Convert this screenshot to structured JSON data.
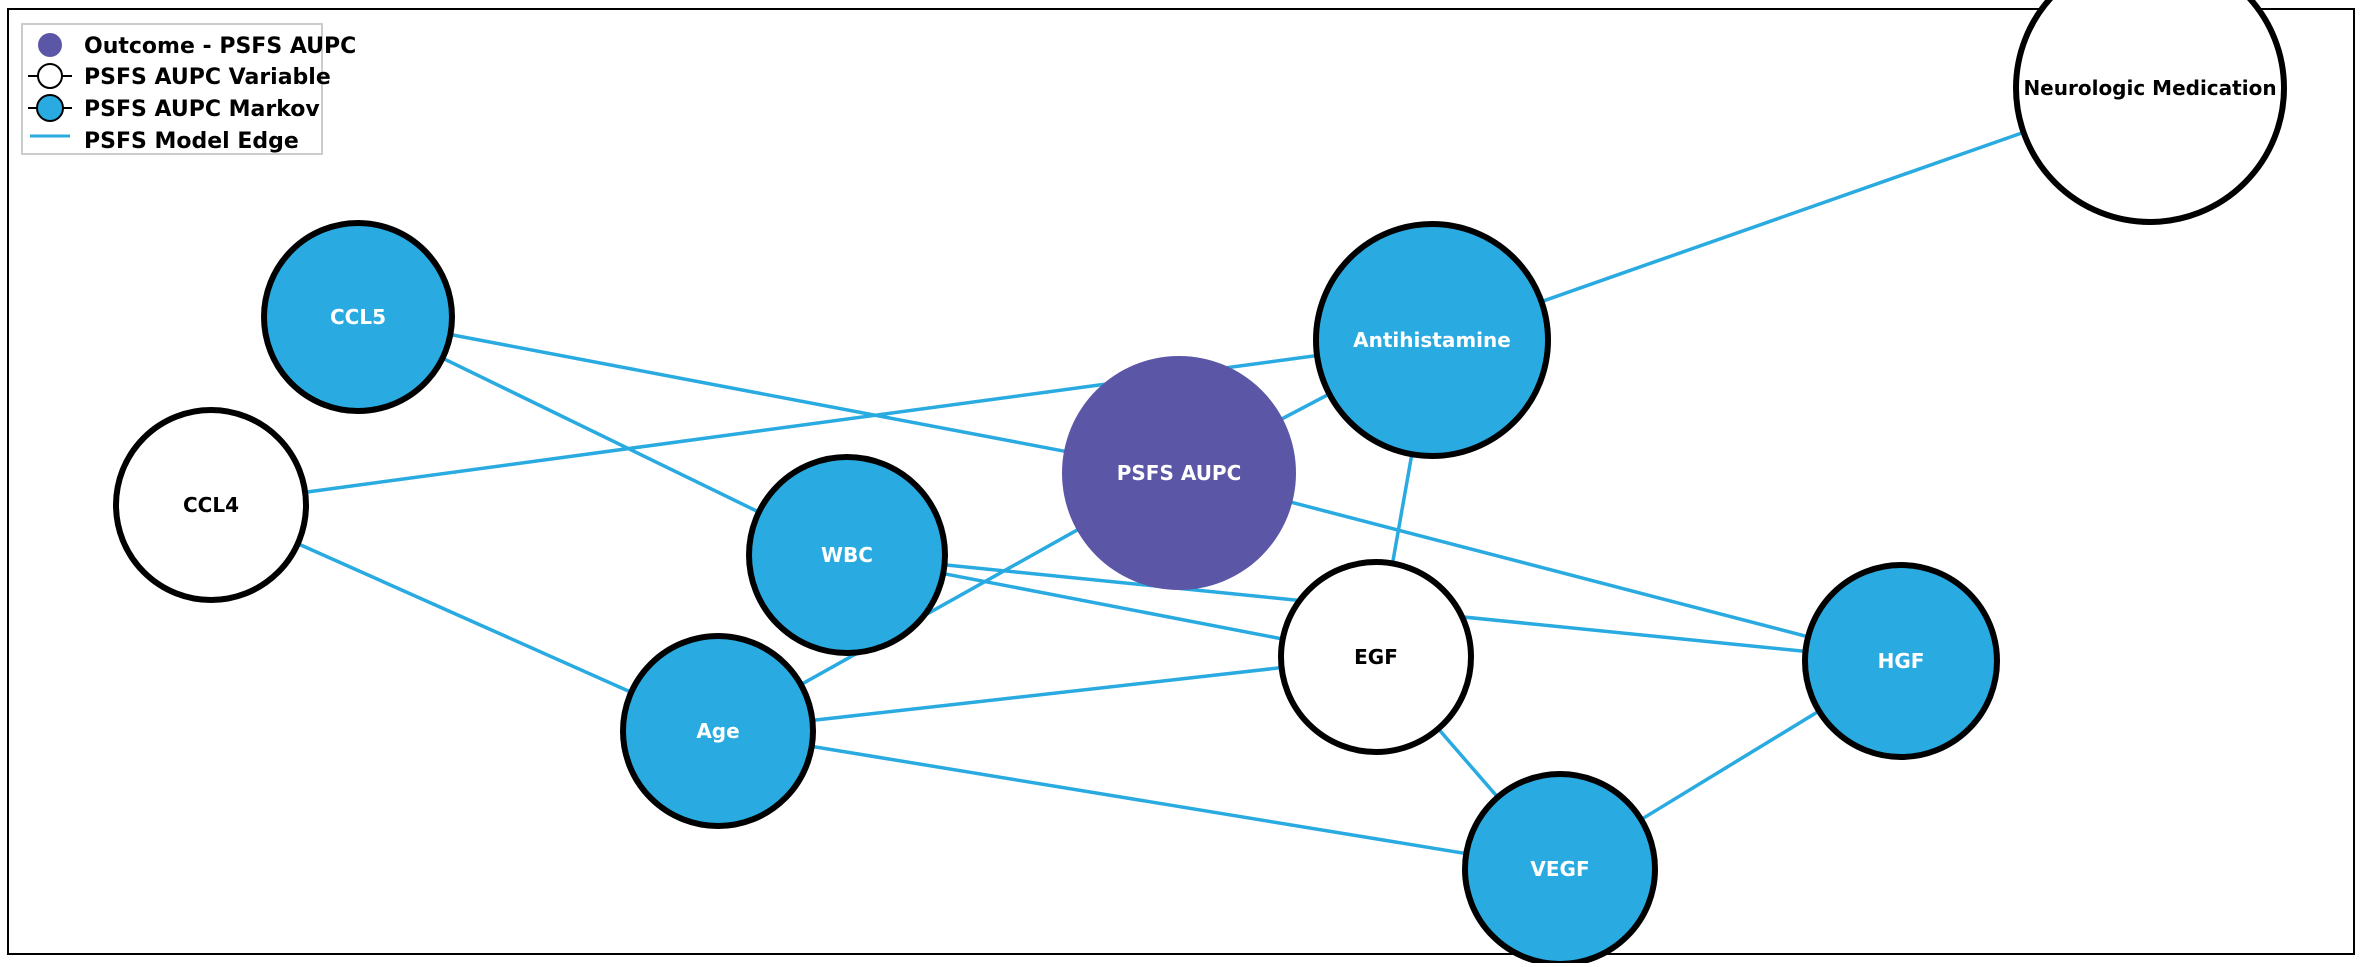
{
  "colors": {
    "outcome": "#5b57a6",
    "markov": "#29aae1",
    "variable": "#ffffff",
    "edge": "#29aae1",
    "border": "#000000",
    "text_light": "#ffffff",
    "text_dark": "#000000"
  },
  "legend": {
    "items": [
      {
        "key": "outcome",
        "label": "Outcome - PSFS AUPC"
      },
      {
        "key": "variable",
        "label": "PSFS AUPC Variable"
      },
      {
        "key": "markov",
        "label": "PSFS AUPC Markov"
      },
      {
        "key": "edge",
        "label": "PSFS Model Edge"
      }
    ]
  },
  "nodes": [
    {
      "id": "neurologic",
      "label": "Neurologic Medication",
      "type": "variable"
    },
    {
      "id": "ccl5",
      "label": "CCL5",
      "type": "markov"
    },
    {
      "id": "antihist",
      "label": "Antihistamine",
      "type": "markov"
    },
    {
      "id": "psfs",
      "label": "PSFS AUPC",
      "type": "outcome"
    },
    {
      "id": "ccl4",
      "label": "CCL4",
      "type": "variable"
    },
    {
      "id": "wbc",
      "label": "WBC",
      "type": "markov"
    },
    {
      "id": "egf",
      "label": "EGF",
      "type": "variable"
    },
    {
      "id": "hgf",
      "label": "HGF",
      "type": "markov"
    },
    {
      "id": "age",
      "label": "Age",
      "type": "markov"
    },
    {
      "id": "vegf",
      "label": "VEGF",
      "type": "markov"
    }
  ],
  "edges": [
    [
      "neurologic",
      "antihist"
    ],
    [
      "ccl5",
      "psfs"
    ],
    [
      "ccl5",
      "wbc"
    ],
    [
      "ccl4",
      "antihist"
    ],
    [
      "ccl4",
      "age"
    ],
    [
      "antihist",
      "psfs"
    ],
    [
      "antihist",
      "egf"
    ],
    [
      "psfs",
      "age"
    ],
    [
      "psfs",
      "hgf"
    ],
    [
      "wbc",
      "egf"
    ],
    [
      "wbc",
      "hgf"
    ],
    [
      "egf",
      "age"
    ],
    [
      "egf",
      "vegf"
    ],
    [
      "age",
      "vegf"
    ],
    [
      "vegf",
      "hgf"
    ]
  ]
}
